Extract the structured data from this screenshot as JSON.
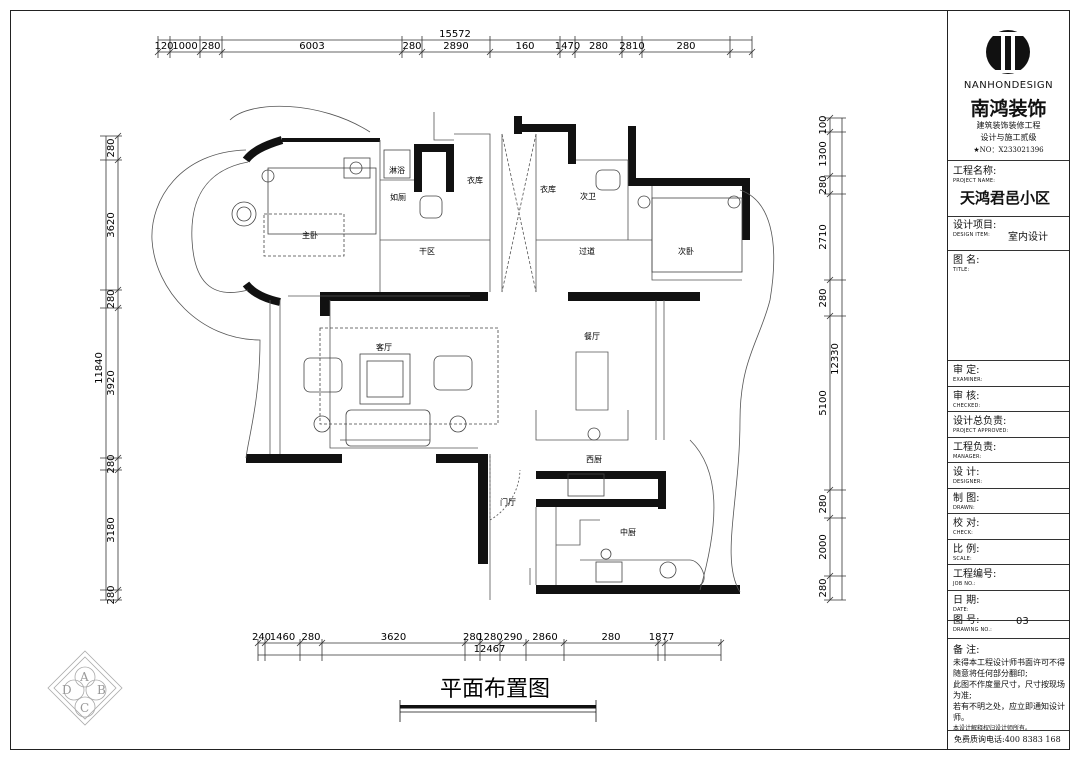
{
  "drawing": {
    "title": "平面布置图",
    "top_total": "15572",
    "top_dims": [
      "120",
      "1000",
      "280",
      "6003",
      "280",
      "2890",
      "160",
      "1470",
      "280",
      "2810",
      "280"
    ],
    "bottom_total": "12467",
    "bottom_dims": [
      "240",
      "1460",
      "280",
      "3620",
      "280",
      "1280",
      "290",
      "2860",
      "280",
      "1877"
    ],
    "left_total": "11840",
    "left_dims": [
      "280",
      "3620",
      "280",
      "3920",
      "280",
      "3180",
      "280"
    ],
    "right_total": "12330",
    "right_dims": [
      "100",
      "1300",
      "280",
      "2710",
      "280",
      "5100",
      "280",
      "2000",
      "280"
    ],
    "rooms": {
      "master_bed": "主卧",
      "shower": "淋浴",
      "toilet": "如厕",
      "wardrobe_1": "衣库",
      "wardrobe_2": "衣库",
      "second_bath": "次卫",
      "dry_zone": "干区",
      "corridor": "过道",
      "second_bed": "次卧",
      "living": "客厅",
      "dining": "餐厅",
      "western_kitchen": "西厨",
      "foyer": "门厅",
      "chinese_kitchen": "中厨"
    },
    "seal_letters": [
      "A",
      "B",
      "C",
      "D"
    ]
  },
  "title_block": {
    "logo_text": "NANHONDESIGN",
    "company": "南鸿装饰",
    "tagline_1": "建筑装饰装修工程",
    "tagline_2": "设计与施工贰级",
    "license": "★NO：X233021396",
    "project_name_label": "工程名称:",
    "project_name_en": "PROJECT NAME:",
    "project_name": "天鸿君邑小区",
    "design_item_label": "设计项目:",
    "design_item_en": "DESIGN ITEM:",
    "design_item": "室内设计",
    "title_label": "图  名:",
    "title_en": "TITLE:",
    "fields": [
      {
        "label": "审    定:",
        "en": "EXAMINER:"
      },
      {
        "label": "审    核:",
        "en": "CHECKED:"
      },
      {
        "label": "设计总负责:",
        "en": "PROJECT APPROVED:"
      },
      {
        "label": "工程负责:",
        "en": "MANAGER:"
      },
      {
        "label": "设    计:",
        "en": "DESIGNER:"
      },
      {
        "label": "制    图:",
        "en": "DRAWN:"
      },
      {
        "label": "校    对:",
        "en": "CHECK:"
      },
      {
        "label": "比    例:",
        "en": "SCALE:"
      },
      {
        "label": "工程编号:",
        "en": "JOB NO.:"
      },
      {
        "label": "日    期:",
        "en": "DATE:"
      }
    ],
    "drawing_no_label": "图    号:",
    "drawing_no_en": "DRAWING NO.:",
    "drawing_no": "03",
    "notes_label": "备  注:",
    "notes": [
      "未得本工程设计师书面许可不得随意将任何部分翻印;",
      "此图不作度量尺寸，尺寸按现场为准;",
      "若有不明之处，应立即通知设计师。",
      "本设计解释权归设计师所有。"
    ],
    "hotline": "免费质询电话:400  8383  168"
  }
}
